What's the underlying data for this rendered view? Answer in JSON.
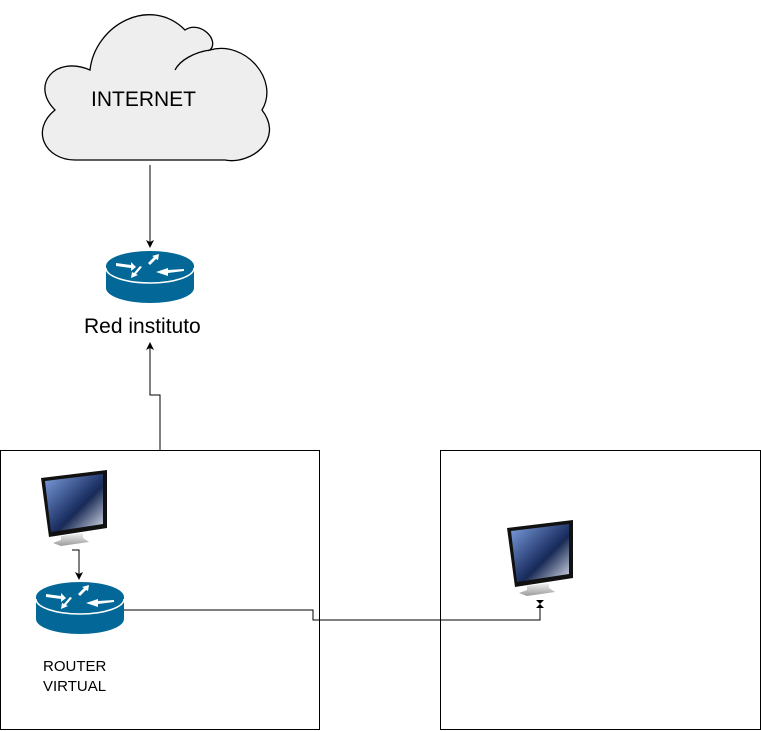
{
  "nodes": {
    "internet": {
      "label": "INTERNET",
      "icon": "cloud-icon",
      "fill": "#eeeeee"
    },
    "red_instituto": {
      "label": "Red instituto",
      "icon": "router-icon",
      "color": "#036897"
    },
    "router_virtual": {
      "label_line1": "ROUTER",
      "label_line2": "VIRTUAL",
      "icon": "router-icon",
      "color": "#036897"
    },
    "monitor_left": {
      "icon": "monitor-icon"
    },
    "monitor_right": {
      "icon": "monitor-icon"
    }
  }
}
